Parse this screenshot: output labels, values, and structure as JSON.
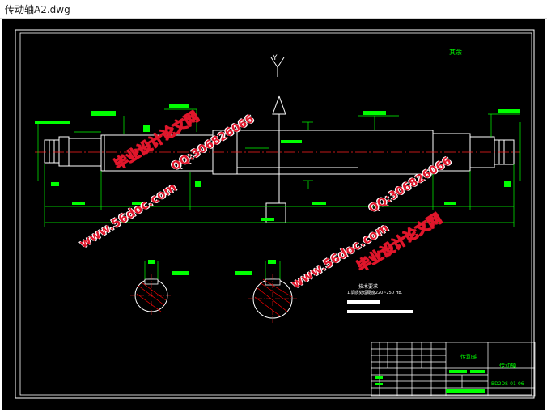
{
  "window": {
    "title": "传动轴A2.dwg"
  },
  "drawing": {
    "axis_label": "Y",
    "corner_label": "其余",
    "part_name": "传动轴",
    "drawing_number": "BD2DS-01-06",
    "tech_title": "技术要求",
    "tech_line1": "1.调质处理硬度220~250 Hb.",
    "colors": {
      "background": "#000000",
      "outline": "#ffffff",
      "dimension": "#00ff00",
      "centerline": "#ff2020",
      "axis": "#ffffff",
      "hatch": "#ff0000"
    }
  },
  "watermarks": {
    "site_cn": "毕业设计论文网",
    "url": "www.56doc.com",
    "qq": "QQ:306826066"
  }
}
